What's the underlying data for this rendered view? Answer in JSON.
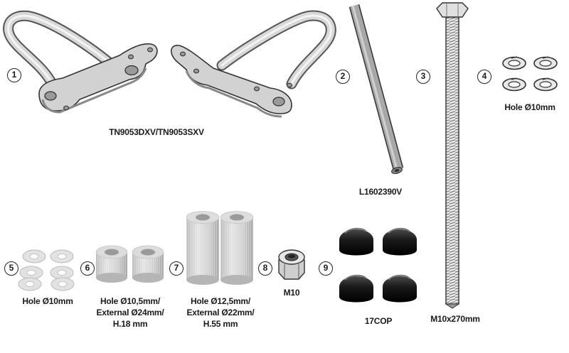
{
  "items": [
    {
      "number": "1",
      "label": "TN9053DXV/TN9053SXV"
    },
    {
      "number": "2",
      "label": "L1602390V"
    },
    {
      "number": "3",
      "label": "M10x270mm"
    },
    {
      "number": "4",
      "label": "Hole Ø10mm"
    },
    {
      "number": "5",
      "label": "Hole Ø10mm"
    },
    {
      "number": "6",
      "label_lines": [
        "Hole Ø10,5mm/",
        "External Ø24mm/",
        "H.18 mm"
      ]
    },
    {
      "number": "7",
      "label_lines": [
        "Hole Ø12,5mm/",
        "External Ø22mm/",
        "H.55 mm"
      ]
    },
    {
      "number": "8",
      "label": "M10"
    },
    {
      "number": "9",
      "label": "17COP"
    }
  ]
}
